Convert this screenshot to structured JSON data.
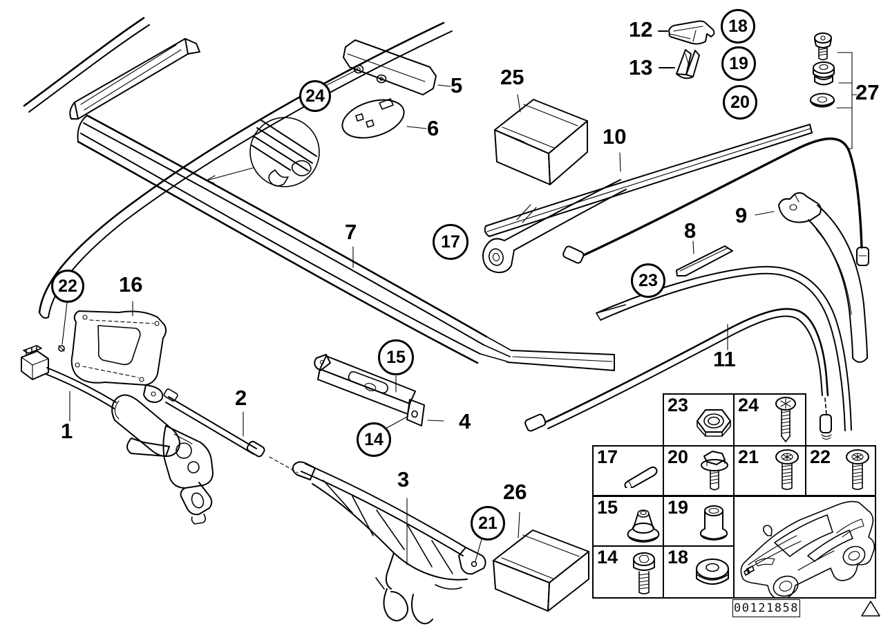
{
  "figure": {
    "type": "vehicle-parts-diagram",
    "plate_number": "00121858"
  },
  "callouts": {
    "plain": [
      {
        "text": "1"
      },
      {
        "text": "2"
      },
      {
        "text": "3"
      },
      {
        "text": "4"
      },
      {
        "text": "5"
      },
      {
        "text": "6"
      },
      {
        "text": "7"
      },
      {
        "text": "8"
      },
      {
        "text": "9"
      },
      {
        "text": "10"
      },
      {
        "text": "11"
      },
      {
        "text": "12"
      },
      {
        "text": "13"
      },
      {
        "text": "16"
      },
      {
        "text": "25"
      },
      {
        "text": "26"
      },
      {
        "text": "27"
      }
    ],
    "circled": [
      {
        "text": "14"
      },
      {
        "text": "15"
      },
      {
        "text": "17"
      },
      {
        "text": "18"
      },
      {
        "text": "19"
      },
      {
        "text": "20"
      },
      {
        "text": "21"
      },
      {
        "text": "22"
      },
      {
        "text": "23"
      },
      {
        "text": "24"
      }
    ]
  },
  "legend": {
    "cells": [
      {
        "num": "23",
        "icon": "lock-nut-icon"
      },
      {
        "num": "24",
        "icon": "tapping-screw-icon"
      },
      {
        "num": "17",
        "icon": "pin-icon"
      },
      {
        "num": "20",
        "icon": "hex-flange-bolt-icon"
      },
      {
        "num": "21",
        "icon": "torx-screw-icon"
      },
      {
        "num": "22",
        "icon": "torx-screw-icon"
      },
      {
        "num": "15",
        "icon": "grommet-nut-icon"
      },
      {
        "num": "19",
        "icon": "spacer-bushing-icon"
      },
      {
        "num": "14",
        "icon": "socket-head-screw-icon"
      },
      {
        "num": "18",
        "icon": "rubber-grommet-icon"
      }
    ],
    "car_thumbnail": "sedan-outline",
    "footer_mark": "triangle-outline"
  }
}
